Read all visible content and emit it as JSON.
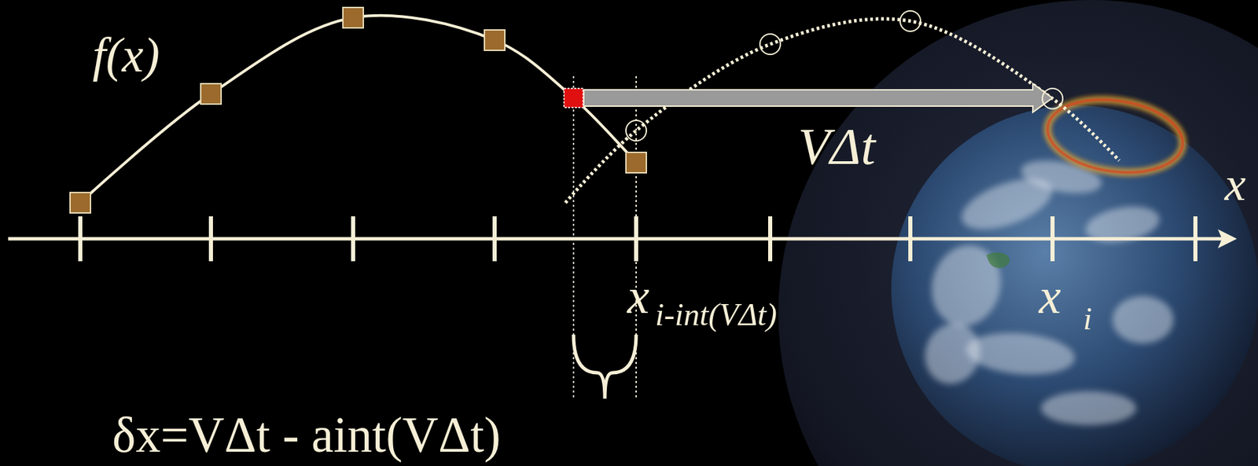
{
  "diagram": {
    "labels": [
      "f(x)",
      "VΔt",
      "x",
      "x",
      "i-int(VΔt)",
      "x",
      "i",
      "δx=VΔt - aint(VΔt)"
    ]
  }
}
